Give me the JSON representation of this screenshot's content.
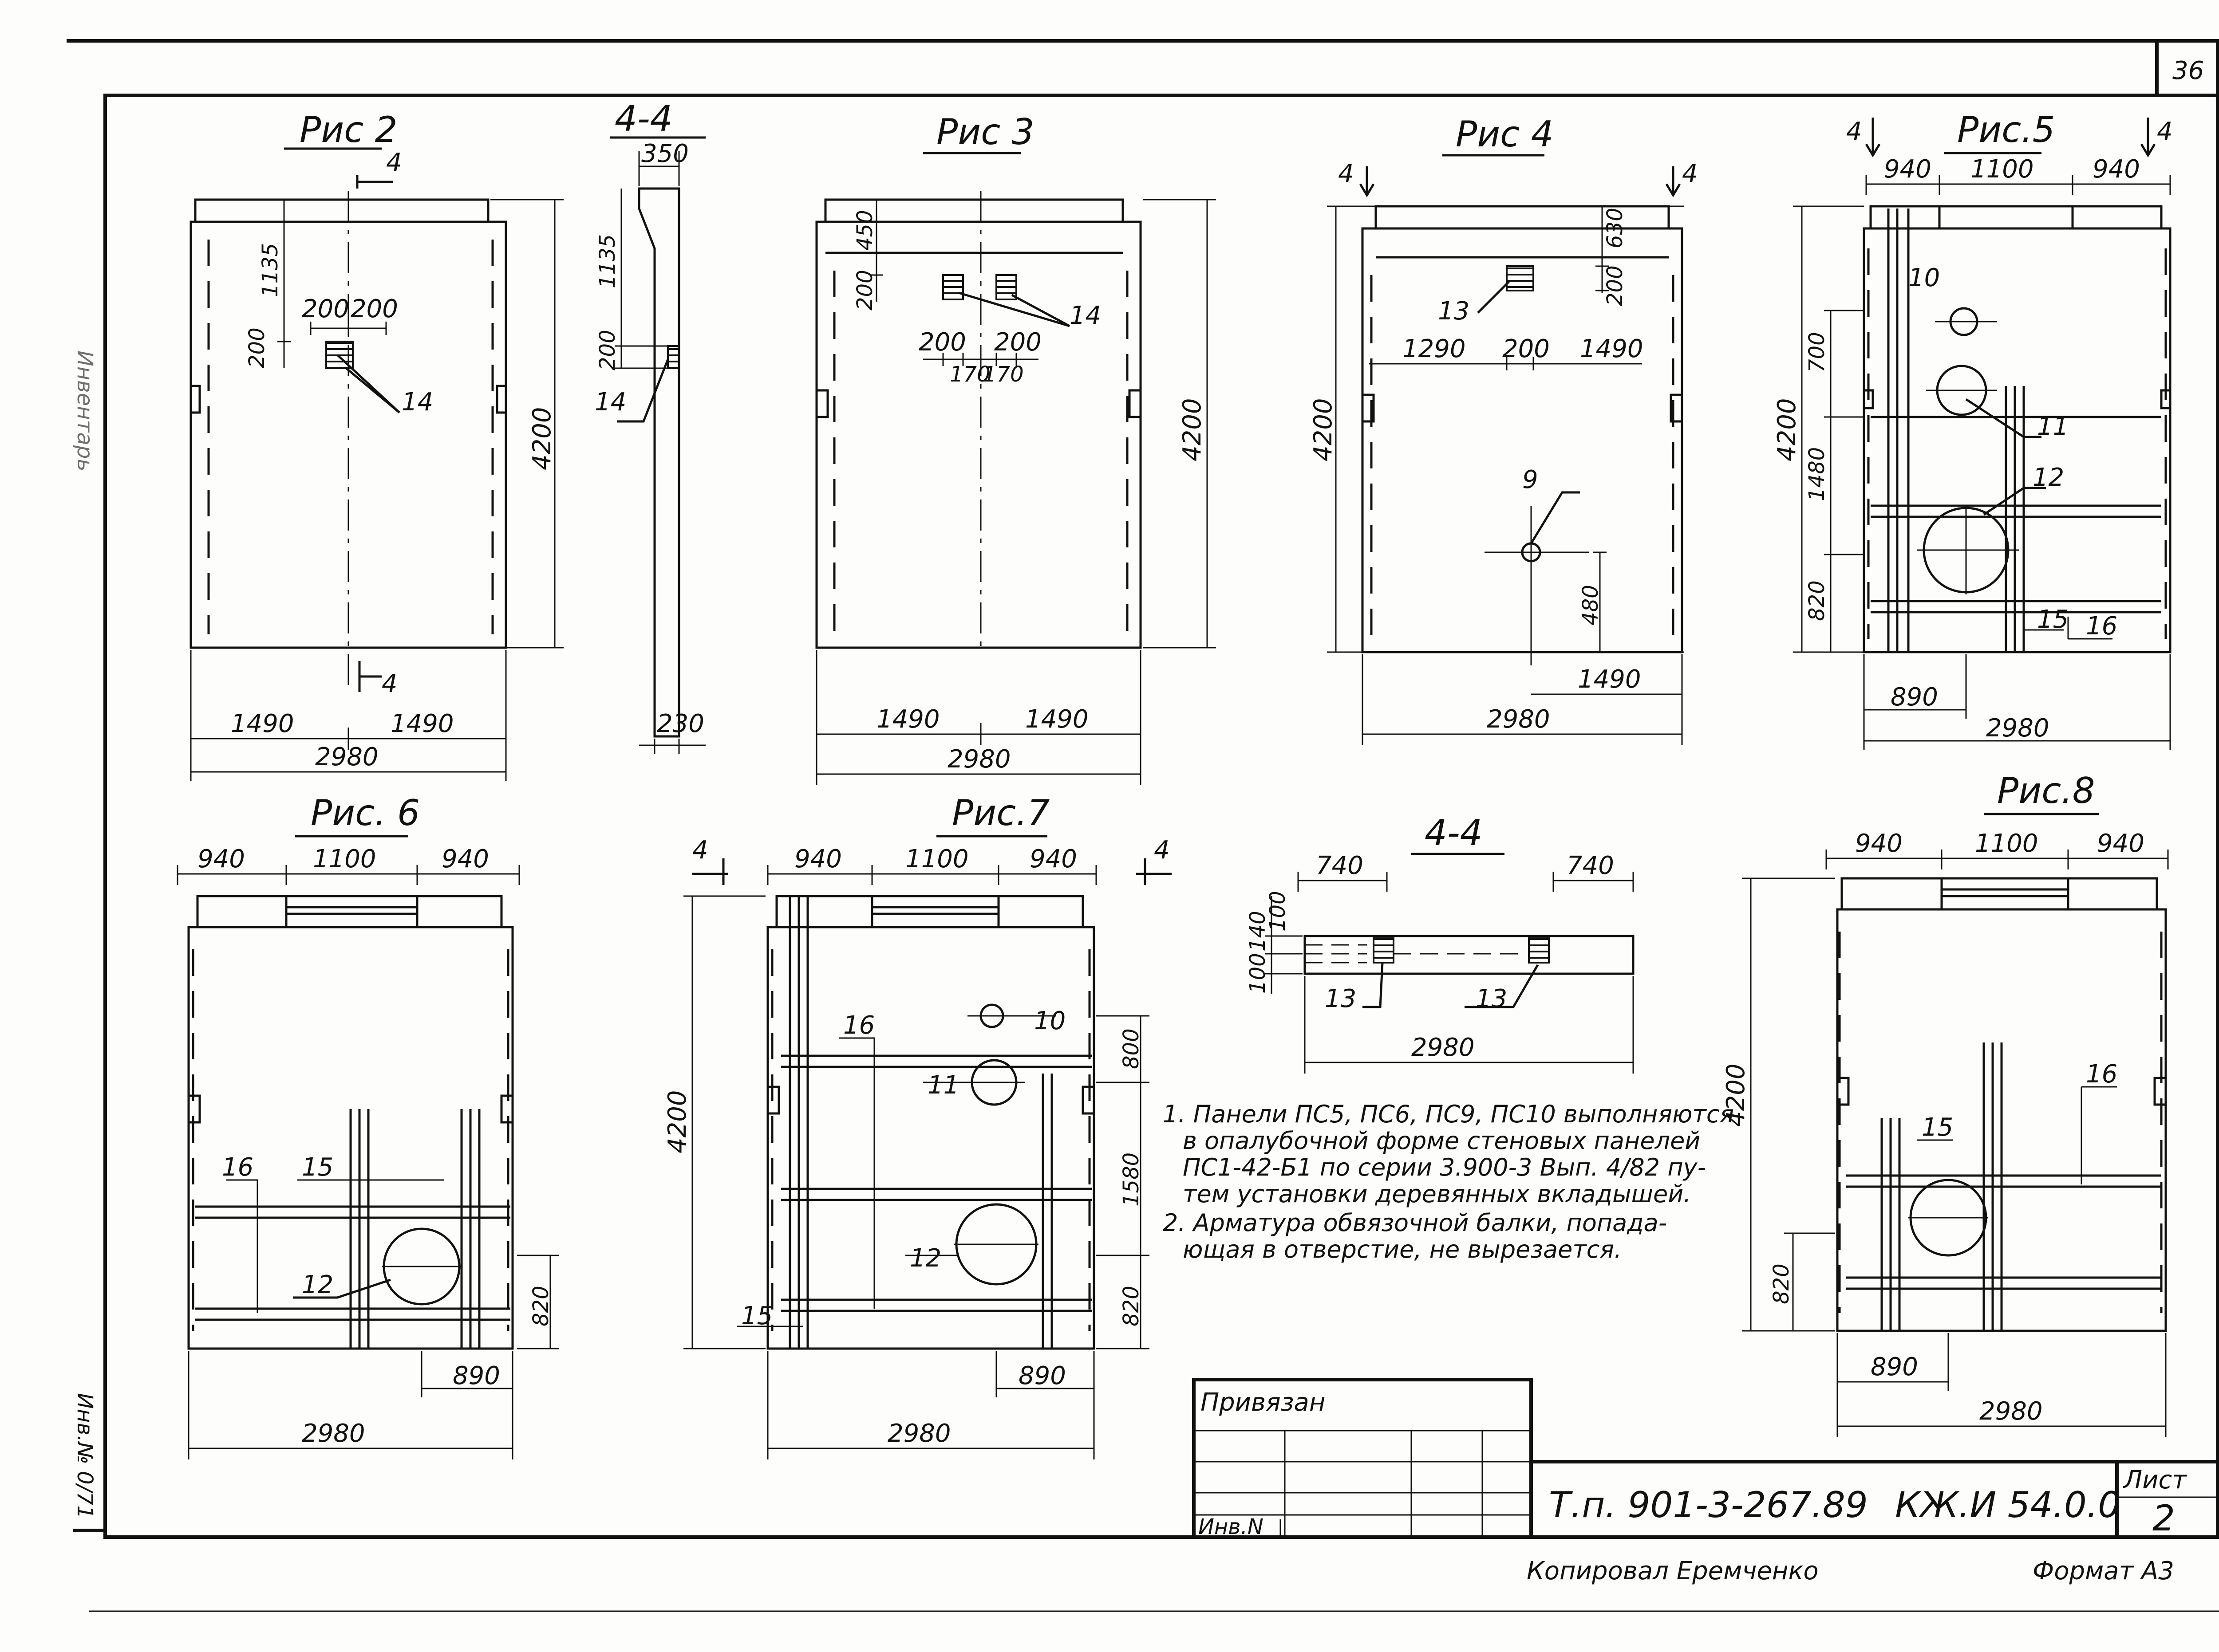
{
  "sheet_number": "36",
  "left_margin": {
    "top": "Инвентарь",
    "bottom": "Инв.№ 0/71"
  },
  "figures": {
    "fig2": {
      "title": "Рис 2",
      "w_left": "1490",
      "w_right": "1490",
      "w_total": "2980",
      "h_total": "4200",
      "d_top": "1135",
      "d_hole": "200",
      "hole_w1": "200",
      "hole_w2": "200",
      "callout": "14",
      "section": "4"
    },
    "sec44a": {
      "title": "4-4",
      "top": "350",
      "bottom": "230",
      "d1": "1135",
      "d2": "200",
      "callout": "14"
    },
    "fig3": {
      "title": "Рис 3",
      "w_left": "1490",
      "w_right": "1490",
      "w_total": "2980",
      "h_total": "4200",
      "d_top": "450",
      "d_hole": "200",
      "w_a": "200",
      "w_b": "200",
      "w_c": "170",
      "w_d": "170",
      "callout": "14"
    },
    "fig4": {
      "title": "Рис 4",
      "w1": "1290",
      "w2": "200",
      "w3": "1490",
      "w_right": "1490",
      "w_total": "2980",
      "h_total": "4200",
      "d_top": "630",
      "d_hole": "200",
      "d_bottom": "480",
      "callout_13": "13",
      "callout_9": "9",
      "section": "4"
    },
    "fig5": {
      "title": "Рис.5",
      "w1": "940",
      "w2": "1100",
      "w3": "940",
      "w_bottom": "890",
      "w_total": "2980",
      "h_total": "4200",
      "h1": "700",
      "h2": "1480",
      "h3": "820",
      "c10": "10",
      "c11": "11",
      "c12": "12",
      "c15": "15",
      "c16": "16",
      "section": "4"
    },
    "fig6": {
      "title": "Рис. 6",
      "w1": "940",
      "w2": "1100",
      "w3": "940",
      "w_bottom": "890",
      "w_total": "2980",
      "h_bottom": "820",
      "c16": "16",
      "c15": "15",
      "c12": "12"
    },
    "fig7": {
      "title": "Рис.7",
      "w1": "940",
      "w2": "1100",
      "w3": "940",
      "w_bottom": "890",
      "w_total": "2980",
      "h_total": "4200",
      "h1": "800",
      "h2": "1580",
      "h3": "820",
      "c16": "16",
      "c10": "10",
      "c11": "11",
      "c12": "12",
      "c15": "15",
      "section": "4"
    },
    "sec44b": {
      "title": "4-4",
      "w_left": "740",
      "w_right": "740",
      "w_total": "2980",
      "d1": "140",
      "d2": "100",
      "d3": "100",
      "c13a": "13",
      "c13b": "13"
    },
    "fig8": {
      "title": "Рис.8",
      "w1": "940",
      "w2": "1100",
      "w3": "940",
      "w_bottom": "890",
      "w_total": "2980",
      "h_total": "4200",
      "h_bottom": "820",
      "c15": "15",
      "c16": "16"
    }
  },
  "notes": [
    "1. Панели ПС5, ПС6, ПС9, ПС10 выполняются",
    "в опалубочной форме стеновых панелей",
    "ПС1-42-Б1 по серии 3.900-3 Вып. 4/82 пу-",
    "тем установки деревянных вкладышей.",
    "2. Арматура обвязочной балки, попада-",
    "ющая в отверстие, не вырезается."
  ],
  "title_block": {
    "privyazan": "Привязан",
    "inv": "Инв.N",
    "project": "Т.п. 901-3-267.89",
    "code": "КЖ.И 54.0.0",
    "sheet_label": "Лист",
    "sheet_no": "2"
  },
  "footer": {
    "copied": "Копировал Еремченко",
    "format": "Формат А3"
  }
}
